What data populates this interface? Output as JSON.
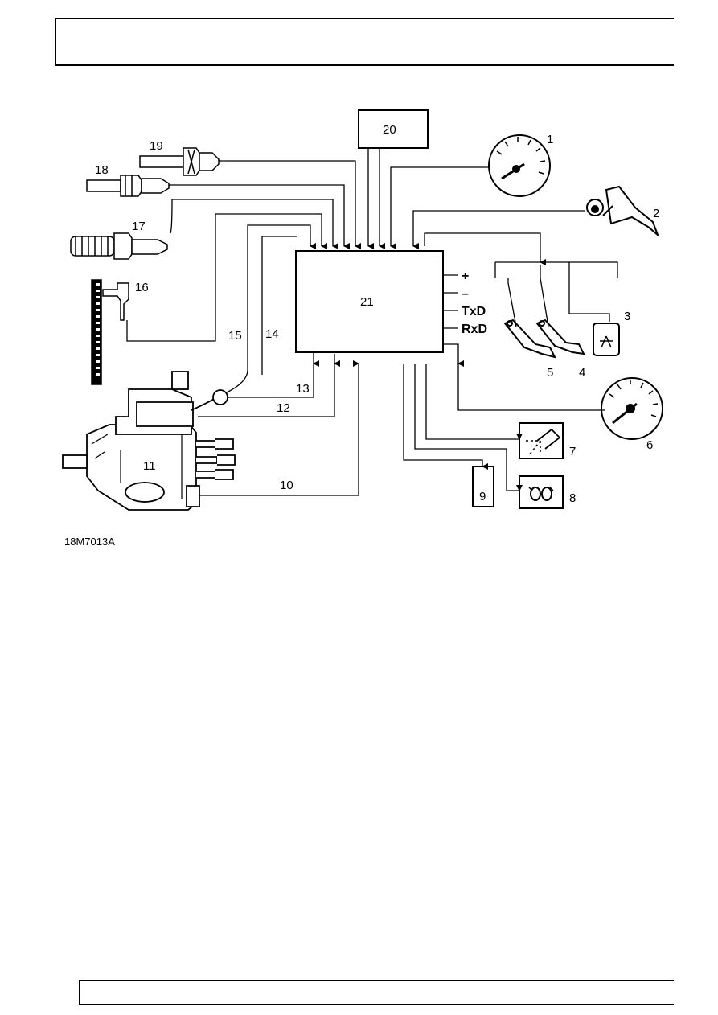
{
  "diagram": {
    "ecu_label": "21",
    "ecu_terminals": [
      "+",
      "–",
      "TxD",
      "RxD"
    ],
    "callouts": [
      "1",
      "2",
      "3",
      "4",
      "5",
      "6",
      "7",
      "8",
      "9",
      "10",
      "11",
      "12",
      "13",
      "14",
      "15",
      "16",
      "17",
      "18",
      "19",
      "20"
    ],
    "figure_code": "18M7013A"
  }
}
